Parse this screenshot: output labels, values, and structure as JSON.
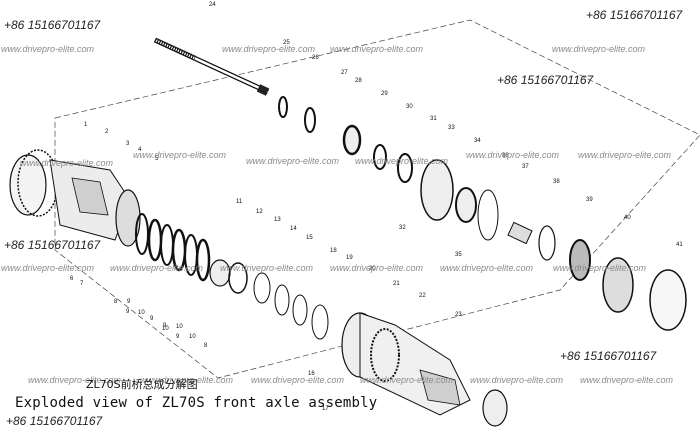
{
  "caption": {
    "chinese": "ZL70S前桥总成分解图",
    "english": "Exploded view of ZL70S front axle assembly"
  },
  "watermark_text": "www.drivepro-elite.com",
  "phone_text": "+86 15166701167",
  "callouts": [
    "1",
    "2",
    "3",
    "4",
    "5",
    "6",
    "7",
    "8",
    "9",
    "9",
    "10",
    "9",
    "10",
    "9",
    "10",
    "9",
    "10",
    "8",
    "11",
    "12",
    "13",
    "14",
    "15",
    "16",
    "17",
    "18",
    "19",
    "20",
    "21",
    "22",
    "23",
    "24",
    "25",
    "26",
    "27",
    "28",
    "29",
    "30",
    "31",
    "32",
    "33",
    "34",
    "35",
    "36",
    "37",
    "38",
    "39",
    "40",
    "41"
  ]
}
